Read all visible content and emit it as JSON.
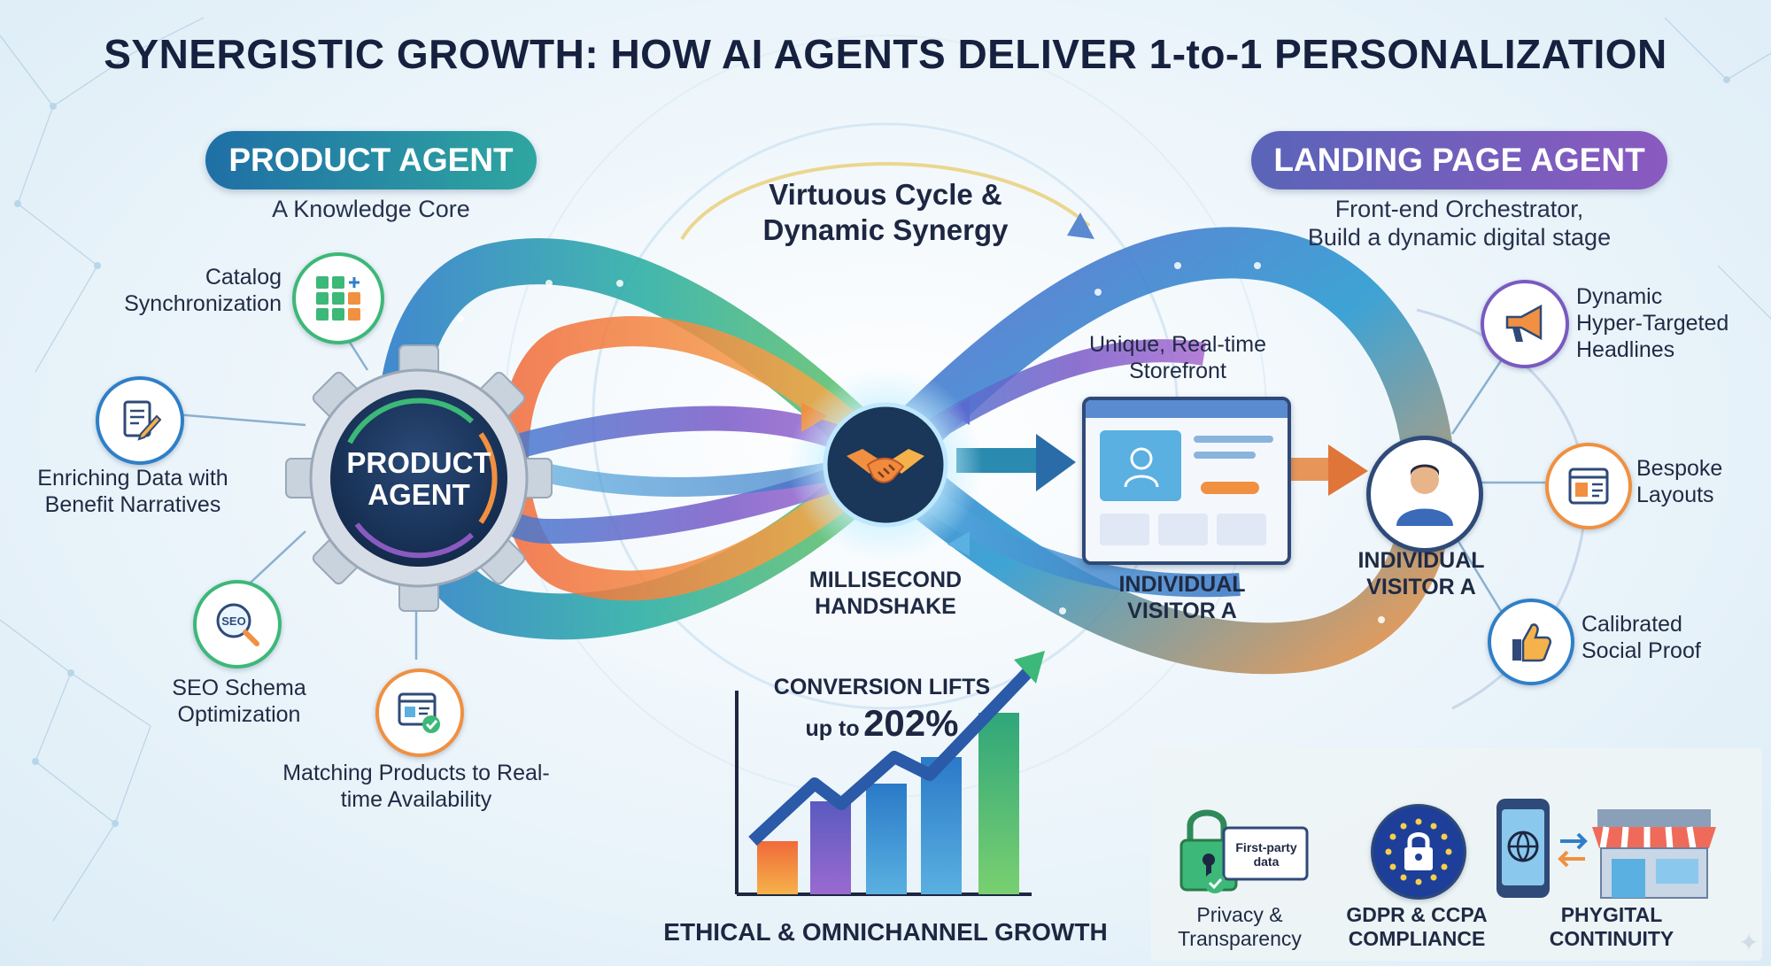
{
  "title": "SYNERGISTIC GROWTH: HOW AI AGENTS DELIVER 1-to-1 PERSONALIZATION",
  "product_agent": {
    "pill": "PRODUCT AGENT",
    "subtitle": "A Knowledge Core",
    "gear_label_line1": "PRODUCT",
    "gear_label_line2": "AGENT",
    "features": {
      "catalog": "Catalog Synchronization",
      "enriching": "Enriching Data with Benefit Narratives",
      "seo": "SEO Schema Optimization",
      "matching": "Matching Products to Real-time Availability"
    }
  },
  "center": {
    "cycle_line1": "Virtuous Cycle &",
    "cycle_line2": "Dynamic Synergy",
    "handshake_line1": "MILLISECOND",
    "handshake_line2": "HANDSHAKE",
    "conversion_line1": "CONVERSION LIFTS",
    "conversion_up_to": "up to",
    "conversion_value": "202%",
    "ethical": "ETHICAL & OMNICHANNEL GROWTH"
  },
  "landing_agent": {
    "pill": "LANDING PAGE AGENT",
    "subtitle_line1": "Front-end Orchestrator,",
    "subtitle_line2": "Build a dynamic digital stage",
    "storefront_line1": "Unique, Real-time",
    "storefront_line2": "Storefront",
    "visitor_under_page_line1": "INDIVIDUAL",
    "visitor_under_page_line2": "VISITOR A",
    "visitor_line1": "INDIVIDUAL",
    "visitor_line2": "VISITOR A",
    "features": {
      "headlines_line1": "Dynamic",
      "headlines_line2": "Hyper-Targeted",
      "headlines_line3": "Headlines",
      "layouts_line1": "Bespoke",
      "layouts_line2": "Layouts",
      "social_line1": "Calibrated",
      "social_line2": "Social Proof"
    }
  },
  "compliance": {
    "first_party_line1": "First-party",
    "first_party_line2": "data",
    "privacy_line1": "Privacy &",
    "privacy_line2": "Transparency",
    "gdpr_line1": "GDPR & CCPA",
    "gdpr_line2": "COMPLIANCE",
    "phygital_line1": "PHYGITAL",
    "phygital_line2": "CONTINUITY"
  },
  "icons": [
    "grid-icon",
    "document-edit-icon",
    "seo-magnifier-icon",
    "browser-check-icon",
    "gear-icon",
    "handshake-icon",
    "browser-profile-icon",
    "user-icon",
    "megaphone-icon",
    "layout-icon",
    "thumbs-up-icon",
    "padlock-icon",
    "eu-lock-icon",
    "phone-globe-icon",
    "store-icon",
    "sparkle-icon"
  ],
  "colors": {
    "product_pill": "#1f6fa6",
    "landing_pill": "#7a5ac0",
    "teal": "#2fa6a0",
    "orange": "#f08a3c",
    "purple": "#8a5ac0",
    "blue": "#2f7fc8",
    "green": "#3cb878"
  }
}
